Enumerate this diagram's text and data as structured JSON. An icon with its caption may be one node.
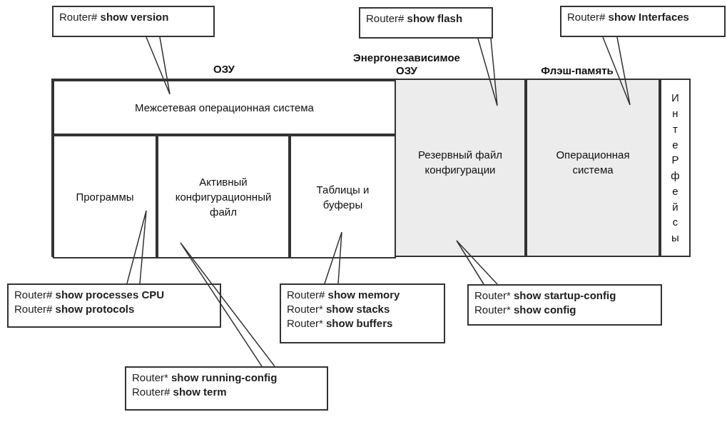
{
  "diagram": {
    "nodes": [
      {
        "text": [
          "Router# **show version**"
        ]
      },
      {
        "text": [
          "Router# **show flash**"
        ]
      },
      {
        "text": [
          "Router# **show Interfaces**"
        ]
      },
      {
        "text": [
          "ОЗУ"
        ]
      },
      {
        "text": [
          "Межсетевая операционная система"
        ],
        "in": 3
      },
      {
        "text": [
          "Программы"
        ],
        "in": 3
      },
      {
        "text": [
          "Активный конфигурационный файл"
        ],
        "in": 3
      },
      {
        "text": [
          "Таблицы и буферы"
        ],
        "in": 3
      },
      {
        "text": [
          "Энергонезависимое ОЗУ",
          "Резервный файл конфигурации"
        ]
      },
      {
        "text": [
          "Флэш-память",
          "Операционная система"
        ]
      },
      {
        "text": [
          "ИнтеРфейсы"
        ]
      },
      {
        "text": [
          "Router# **show processes CPU**",
          "Router# **show protocols**"
        ]
      },
      {
        "text": [
          "Router* **show running-config**",
          "Router# **show term**"
        ]
      },
      {
        "text": [
          "Router# **show memory**",
          "Router* **show stacks**",
          "Router* **show buffers**"
        ]
      },
      {
        "text": [
          "Router* **show startup-config**",
          "Router* **show config**"
        ]
      }
    ],
    "edges": [
      {
        "from": 0,
        "to": 4,
        "arrow": "none"
      },
      {
        "from": 1,
        "to": 8,
        "arrow": "none"
      },
      {
        "from": 2,
        "to": 9,
        "arrow": "none"
      },
      {
        "from": 11,
        "to": 5,
        "arrow": "none"
      },
      {
        "from": 12,
        "to": 6,
        "arrow": "none"
      },
      {
        "from": 13,
        "to": 7,
        "arrow": "none"
      },
      {
        "from": 14,
        "to": 8,
        "arrow": "none"
      }
    ]
  }
}
